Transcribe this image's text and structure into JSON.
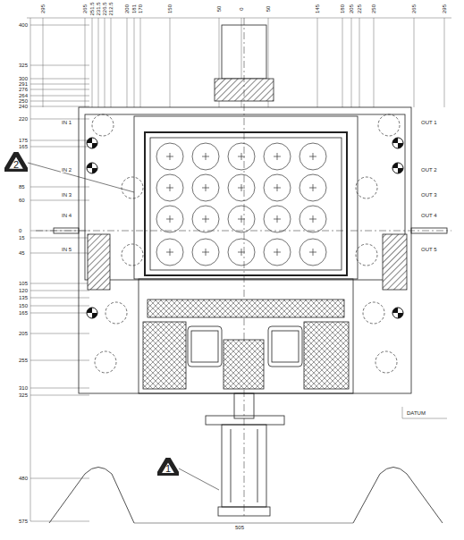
{
  "diagram": {
    "nodes": [
      {
        "text": [
          "2"
        ]
      },
      {
        "text": [
          "1"
        ]
      }
    ],
    "labels": [
      "295",
      "265",
      "251.5",
      "231.5",
      "226.5",
      "212.5",
      "200",
      "181",
      "170",
      "150",
      "50",
      "0",
      "50",
      "145",
      "180",
      "205",
      "225",
      "250",
      "265",
      "295",
      "400",
      "325",
      "300",
      "291",
      "276",
      "264",
      "250",
      "240",
      "220",
      "175",
      "165",
      "85",
      "60",
      "0",
      "15",
      "45",
      "105",
      "120",
      "135",
      "150",
      "165",
      "205",
      "255",
      "310",
      "325",
      "480",
      "575",
      "IN 1",
      "IN 2",
      "IN 3",
      "IN 4",
      "IN 5",
      "OUT 1",
      "OUT 2",
      "OUT 3",
      "OUT 4",
      "OUT 5",
      "DATUM",
      "505"
    ]
  }
}
